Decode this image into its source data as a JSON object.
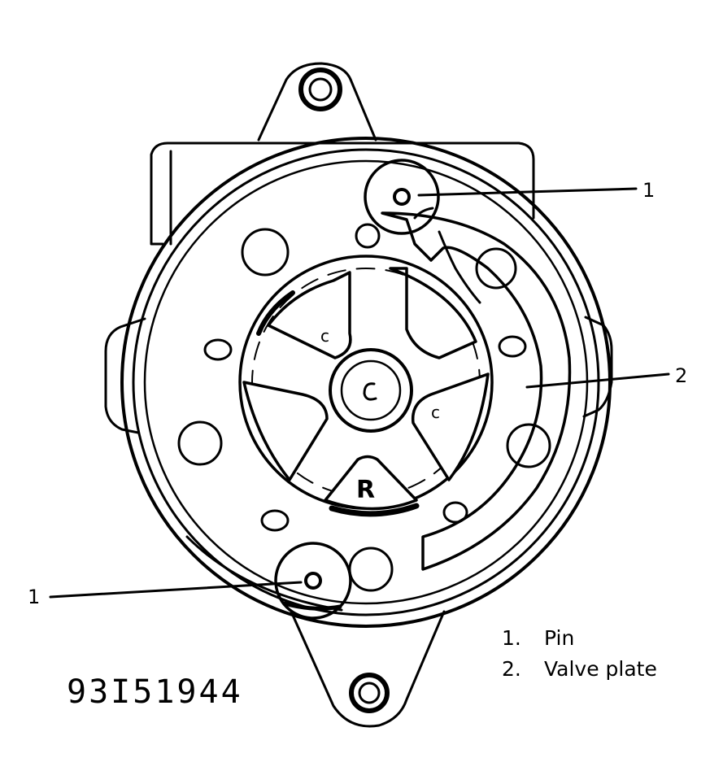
{
  "callouts": [
    {
      "number": "1",
      "target": "Pin"
    },
    {
      "number": "2",
      "target": "Valve plate"
    },
    {
      "number": "1",
      "target": "Pin"
    }
  ],
  "legend": [
    {
      "number": "1.",
      "label": "Pin"
    },
    {
      "number": "2.",
      "label": "Valve plate"
    }
  ],
  "figure_id": "93I51944",
  "plate_markings": {
    "letter_r": "R",
    "small_c_1": "c",
    "small_c_2": "c"
  }
}
